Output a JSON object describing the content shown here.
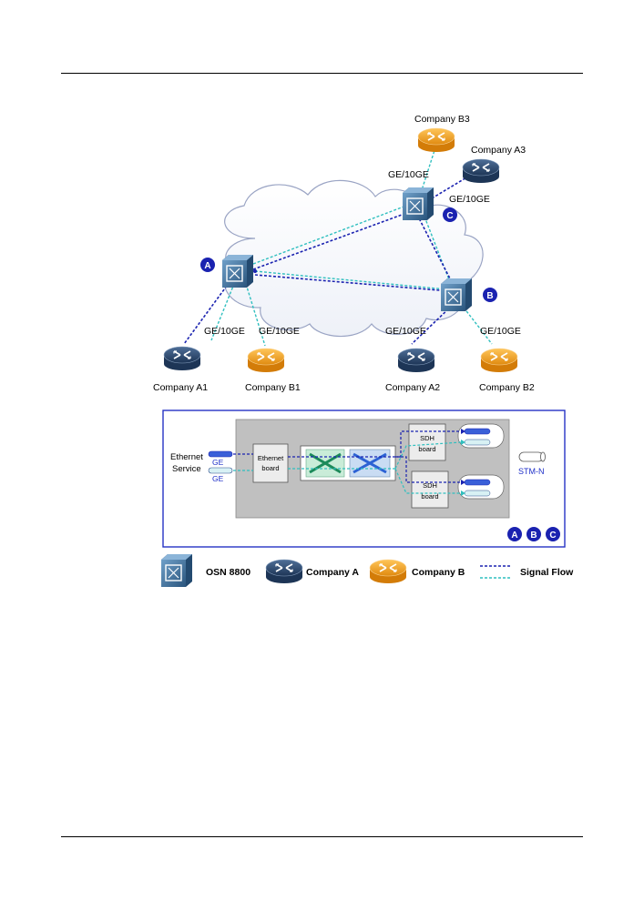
{
  "network": {
    "company_b3": "Company  B3",
    "company_a3": "Company A3",
    "company_a1": "Company A1",
    "company_b1": "Company B1",
    "company_a2": "Company  A2",
    "company_b2": "Company B2",
    "link_c_b3": "GE/10GE",
    "link_c_a3": "GE/10GE",
    "link_a_a1": "GE/10GE",
    "link_a_b1": "GE/10GE",
    "link_b_a2": "GE/10GE",
    "link_b_b2": "GE/10GE",
    "site_a": "A",
    "site_b": "B",
    "site_c": "C"
  },
  "board_detail": {
    "service_line1": "Ethernet",
    "service_line2": "Service",
    "ge_top": "GE",
    "ge_bottom": "GE",
    "ethernet_board_line1": "Ethernet",
    "ethernet_board_line2": "board",
    "sdh_top_line1": "SDH",
    "sdh_top_line2": "board",
    "sdh_bottom_line1": "SDH",
    "sdh_bottom_line2": "board",
    "stm_label": "STM-N",
    "badges": [
      "A",
      "B",
      "C"
    ]
  },
  "legend": {
    "osn": "OSN 8800",
    "company_a": "Company A",
    "company_b": "Company B",
    "signal_flow": "Signal Flow"
  },
  "colors": {
    "dark_blue_flow": "#1a22b0",
    "cyan_flow": "#2fbfbf",
    "company_a": "#2c4a73",
    "company_b": "#f0a028",
    "osn": "#3d6e9a",
    "badge": "#1a22b0"
  }
}
